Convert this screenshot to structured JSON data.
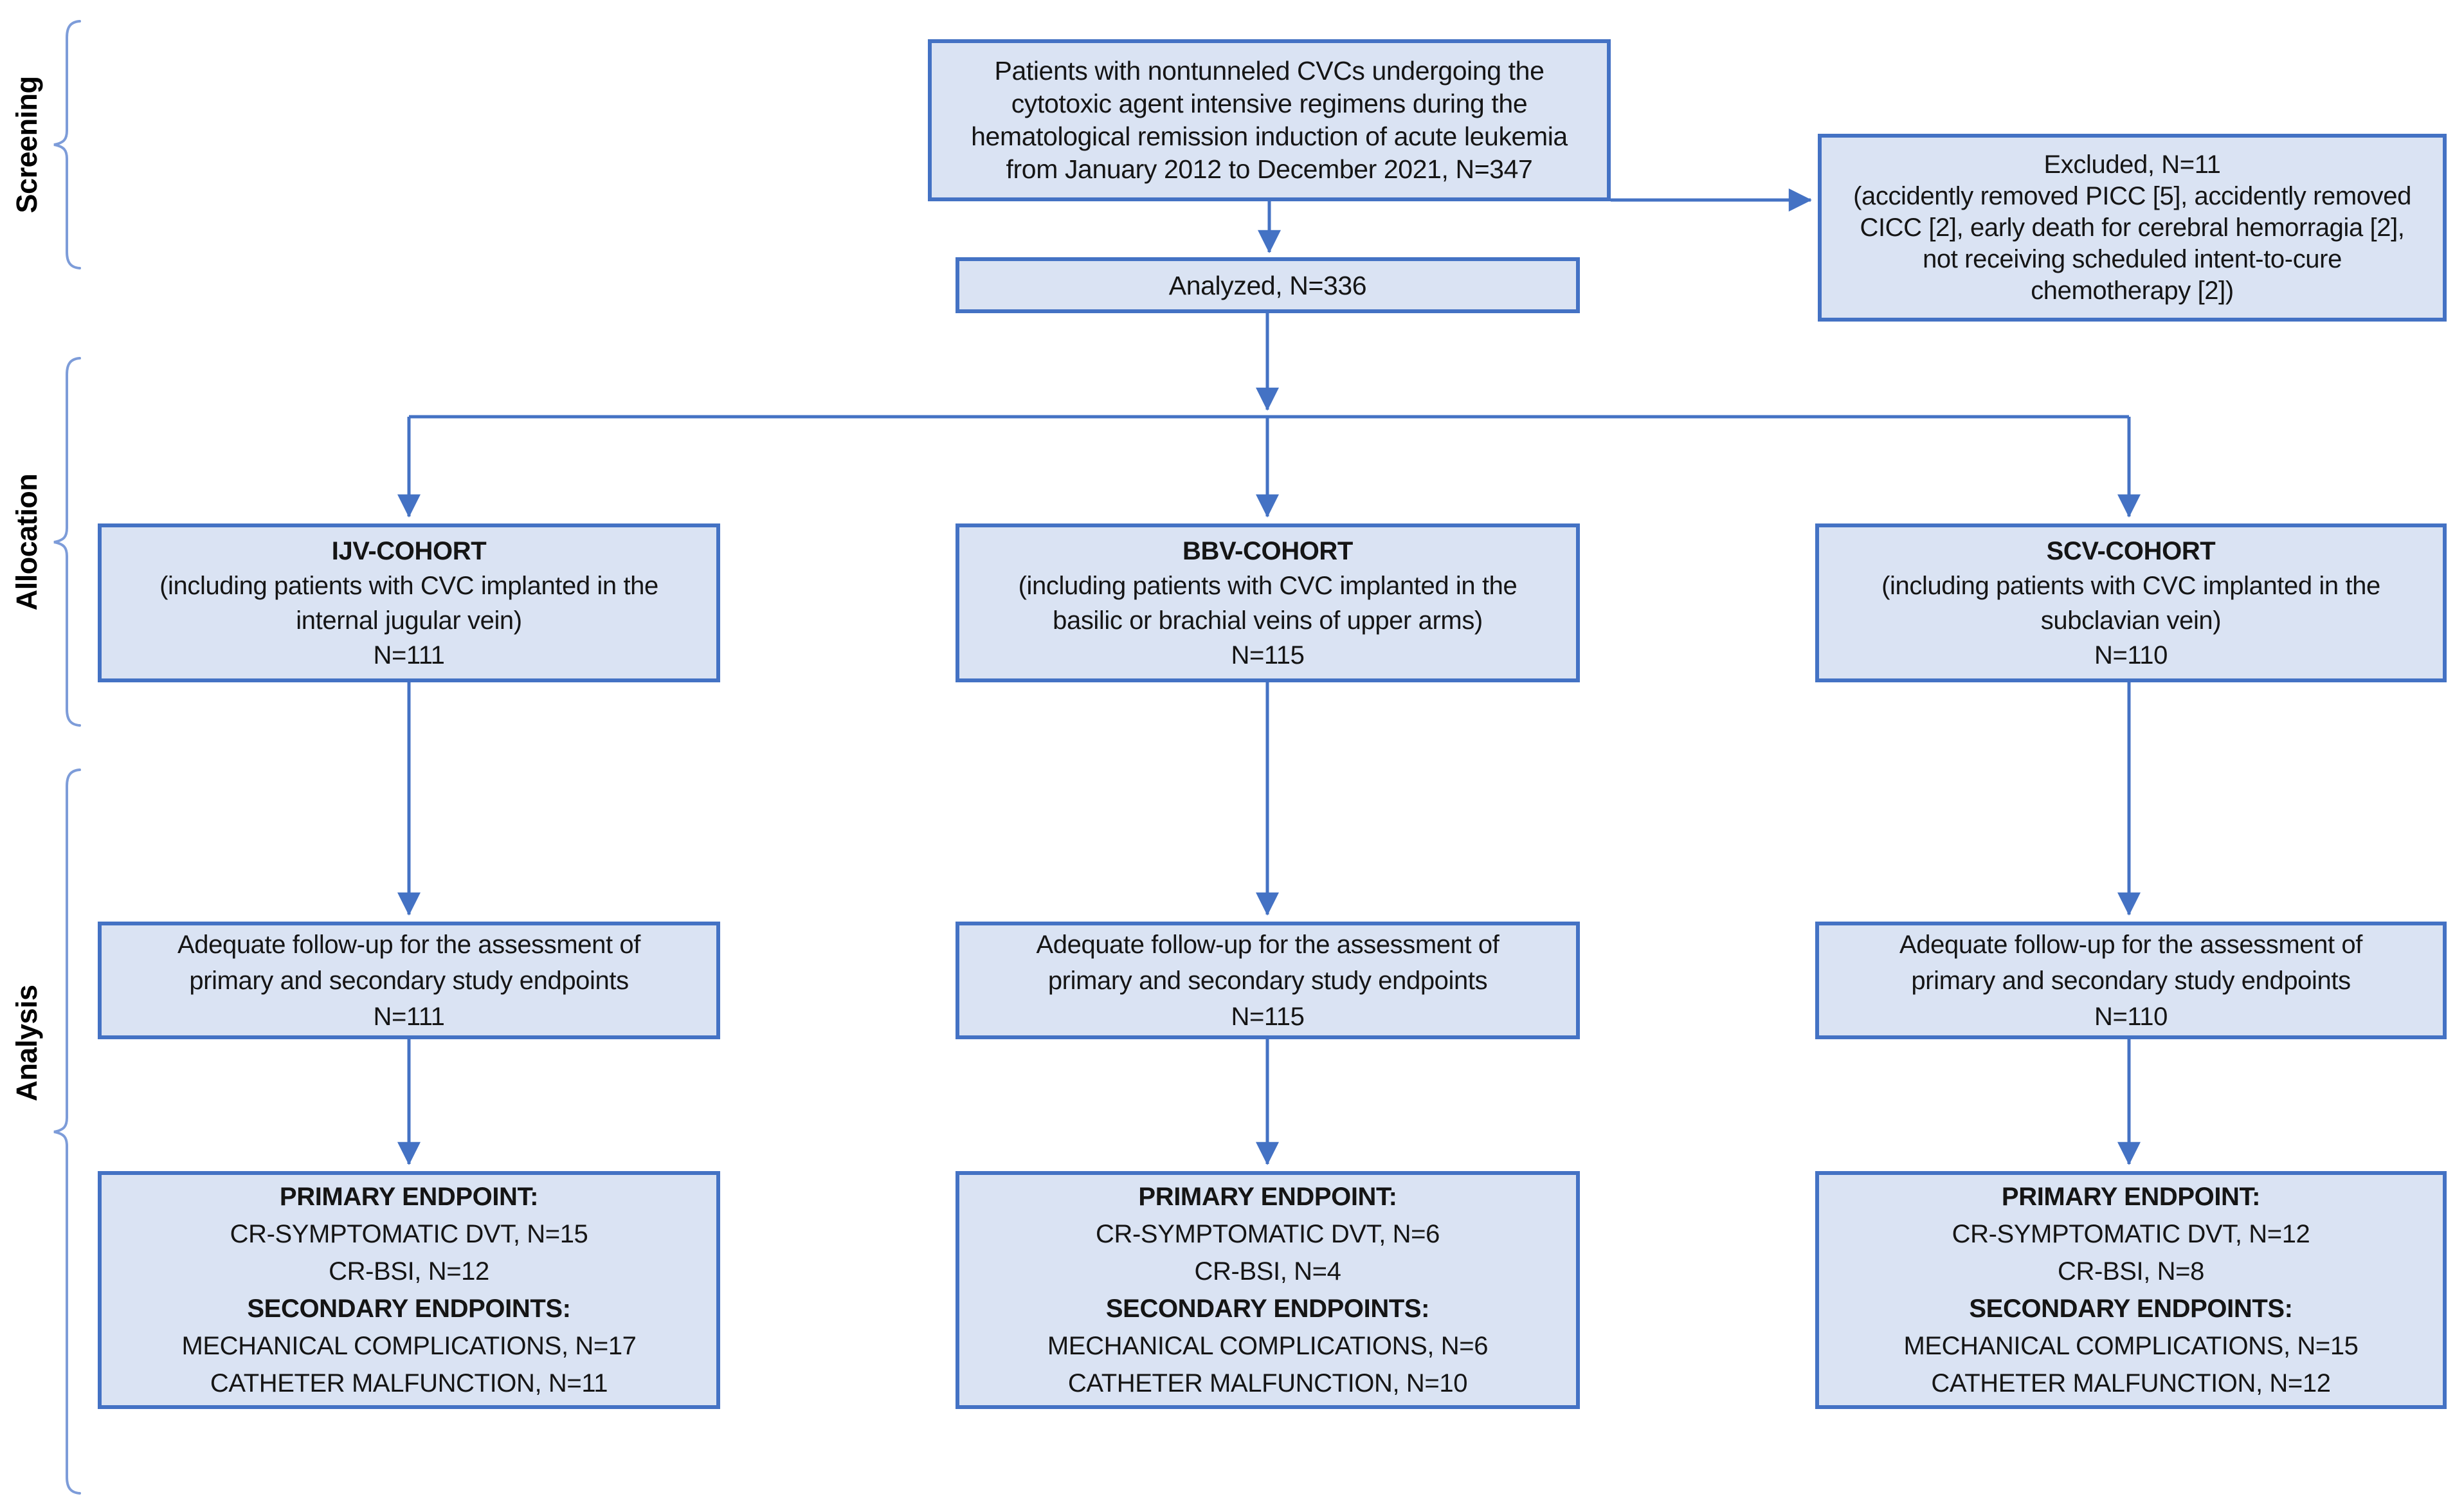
{
  "diagram": {
    "stage_labels": {
      "screening": "Screening",
      "allocation": "Allocation",
      "analysis": "Analysis"
    },
    "screening": {
      "population_lines": [
        "Patients with nontunneled CVCs undergoing the",
        "cytotoxic agent intensive regimens during the",
        "hematological remission induction of acute leukemia",
        "from January 2012 to December 2021, N=347"
      ],
      "excluded_lines": [
        "Excluded, N=11",
        "(accidently removed PICC [5], accidently removed",
        "CICC [2], early death for cerebral hemorragia [2],",
        "not receiving scheduled intent-to-cure",
        "chemotherapy [2])"
      ],
      "analyzed": "Analyzed, N=336"
    },
    "cohorts": [
      {
        "title": "IJV-COHORT",
        "desc_lines": [
          "(including patients with CVC implanted in the",
          "internal jugular vein)"
        ],
        "n": "N=111",
        "followup_lines": [
          "Adequate follow-up for the assessment of",
          "primary and secondary study endpoints"
        ],
        "followup_n": "N=111",
        "endpoints": {
          "primary_label": "PRIMARY ENDPOINT:",
          "dvt": "CR-SYMPTOMATIC DVT, N=15",
          "bsi": "CR-BSI, N=12",
          "secondary_label": "SECONDARY ENDPOINTS:",
          "mechanical": "MECHANICAL COMPLICATIONS, N=17",
          "malfunction": "CATHETER MALFUNCTION, N=11"
        }
      },
      {
        "title": "BBV-COHORT",
        "desc_lines": [
          "(including patients with CVC implanted in the",
          "basilic or brachial veins of upper arms)"
        ],
        "n": "N=115",
        "followup_lines": [
          "Adequate follow-up for the assessment of",
          "primary and secondary study endpoints"
        ],
        "followup_n": "N=115",
        "endpoints": {
          "primary_label": "PRIMARY ENDPOINT:",
          "dvt": "CR-SYMPTOMATIC DVT, N=6",
          "bsi": "CR-BSI, N=4",
          "secondary_label": "SECONDARY ENDPOINTS:",
          "mechanical": "MECHANICAL COMPLICATIONS, N=6",
          "malfunction": "CATHETER MALFUNCTION, N=10"
        }
      },
      {
        "title": "SCV-COHORT",
        "desc_lines": [
          "(including patients with CVC implanted in the",
          "subclavian vein)"
        ],
        "n": "N=110",
        "followup_lines": [
          "Adequate follow-up for the assessment of",
          "primary and secondary study endpoints"
        ],
        "followup_n": "N=110",
        "endpoints": {
          "primary_label": "PRIMARY ENDPOINT:",
          "dvt": "CR-SYMPTOMATIC DVT, N=12",
          "bsi": "CR-BSI, N=8",
          "secondary_label": "SECONDARY ENDPOINTS:",
          "mechanical": "MECHANICAL COMPLICATIONS, N=15",
          "malfunction": "CATHETER MALFUNCTION, N=12"
        }
      }
    ],
    "colors": {
      "box_fill": "#dae3f3",
      "box_border": "#4472c4",
      "arrow": "#4472c4",
      "brace": "#7d9cd9",
      "text": "#151515"
    }
  }
}
